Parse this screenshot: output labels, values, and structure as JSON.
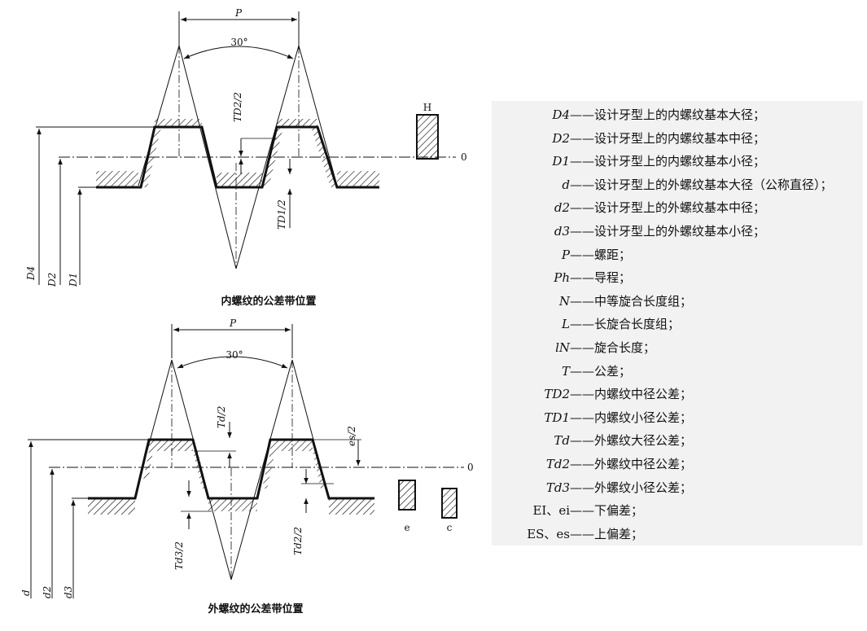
{
  "internal_thread": {
    "caption": "内螺纹的公差带位置",
    "pitch_label": "P",
    "angle_label": "30°",
    "tol_d2_label": "TD2/2",
    "tol_d1_label": "TD1/2",
    "band_label": "H",
    "zero_label": "0",
    "dim_labels": [
      "D4",
      "D2",
      "D1"
    ]
  },
  "external_thread": {
    "caption": "外螺纹的公差带位置",
    "pitch_label": "P",
    "angle_label": "30°",
    "tol_d_label": "Td/2",
    "tol_es_label": "es/2",
    "tol_d3_label": "Td3/2",
    "tol_d2_label": "Td2/2",
    "zero_label": "0",
    "band_labels": [
      "e",
      "c"
    ],
    "dim_labels": [
      "d",
      "d2",
      "d3"
    ]
  },
  "legend": [
    {
      "symbol": "D4",
      "desc": "——设计牙型上的内螺纹基本大径；"
    },
    {
      "symbol": "D2",
      "desc": "——设计牙型上的内螺纹基本中径；"
    },
    {
      "symbol": "D1",
      "desc": "——设计牙型上的内螺纹基本小径；"
    },
    {
      "symbol": "d",
      "desc": "——设计牙型上的外螺纹基本大径（公称直径）；"
    },
    {
      "symbol": "d2",
      "desc": "——设计牙型上的外螺纹基本中径；"
    },
    {
      "symbol": "d3",
      "desc": "——设计牙型上的外螺纹基本小径；"
    },
    {
      "symbol": "P",
      "desc": "——螺距；"
    },
    {
      "symbol": "Ph",
      "desc": "——导程；"
    },
    {
      "symbol": "N",
      "desc": "——中等旋合长度组；"
    },
    {
      "symbol": "L",
      "desc": "——长旋合长度组；"
    },
    {
      "symbol": "lN",
      "desc": "——旋合长度；"
    },
    {
      "symbol": "T",
      "desc": "——公差；"
    },
    {
      "symbol": "TD2",
      "desc": "——内螺纹中径公差；"
    },
    {
      "symbol": "TD1",
      "desc": "——内螺纹小径公差；"
    },
    {
      "symbol": "Td",
      "desc": "——外螺纹大径公差；"
    },
    {
      "symbol": "Td2",
      "desc": "——外螺纹中径公差；"
    },
    {
      "symbol": "Td3",
      "desc": "——外螺纹小径公差；"
    },
    {
      "symbol": "EI、ei",
      "desc": "——下偏差；"
    },
    {
      "symbol": "ES、es",
      "desc": "——上偏差；"
    }
  ]
}
